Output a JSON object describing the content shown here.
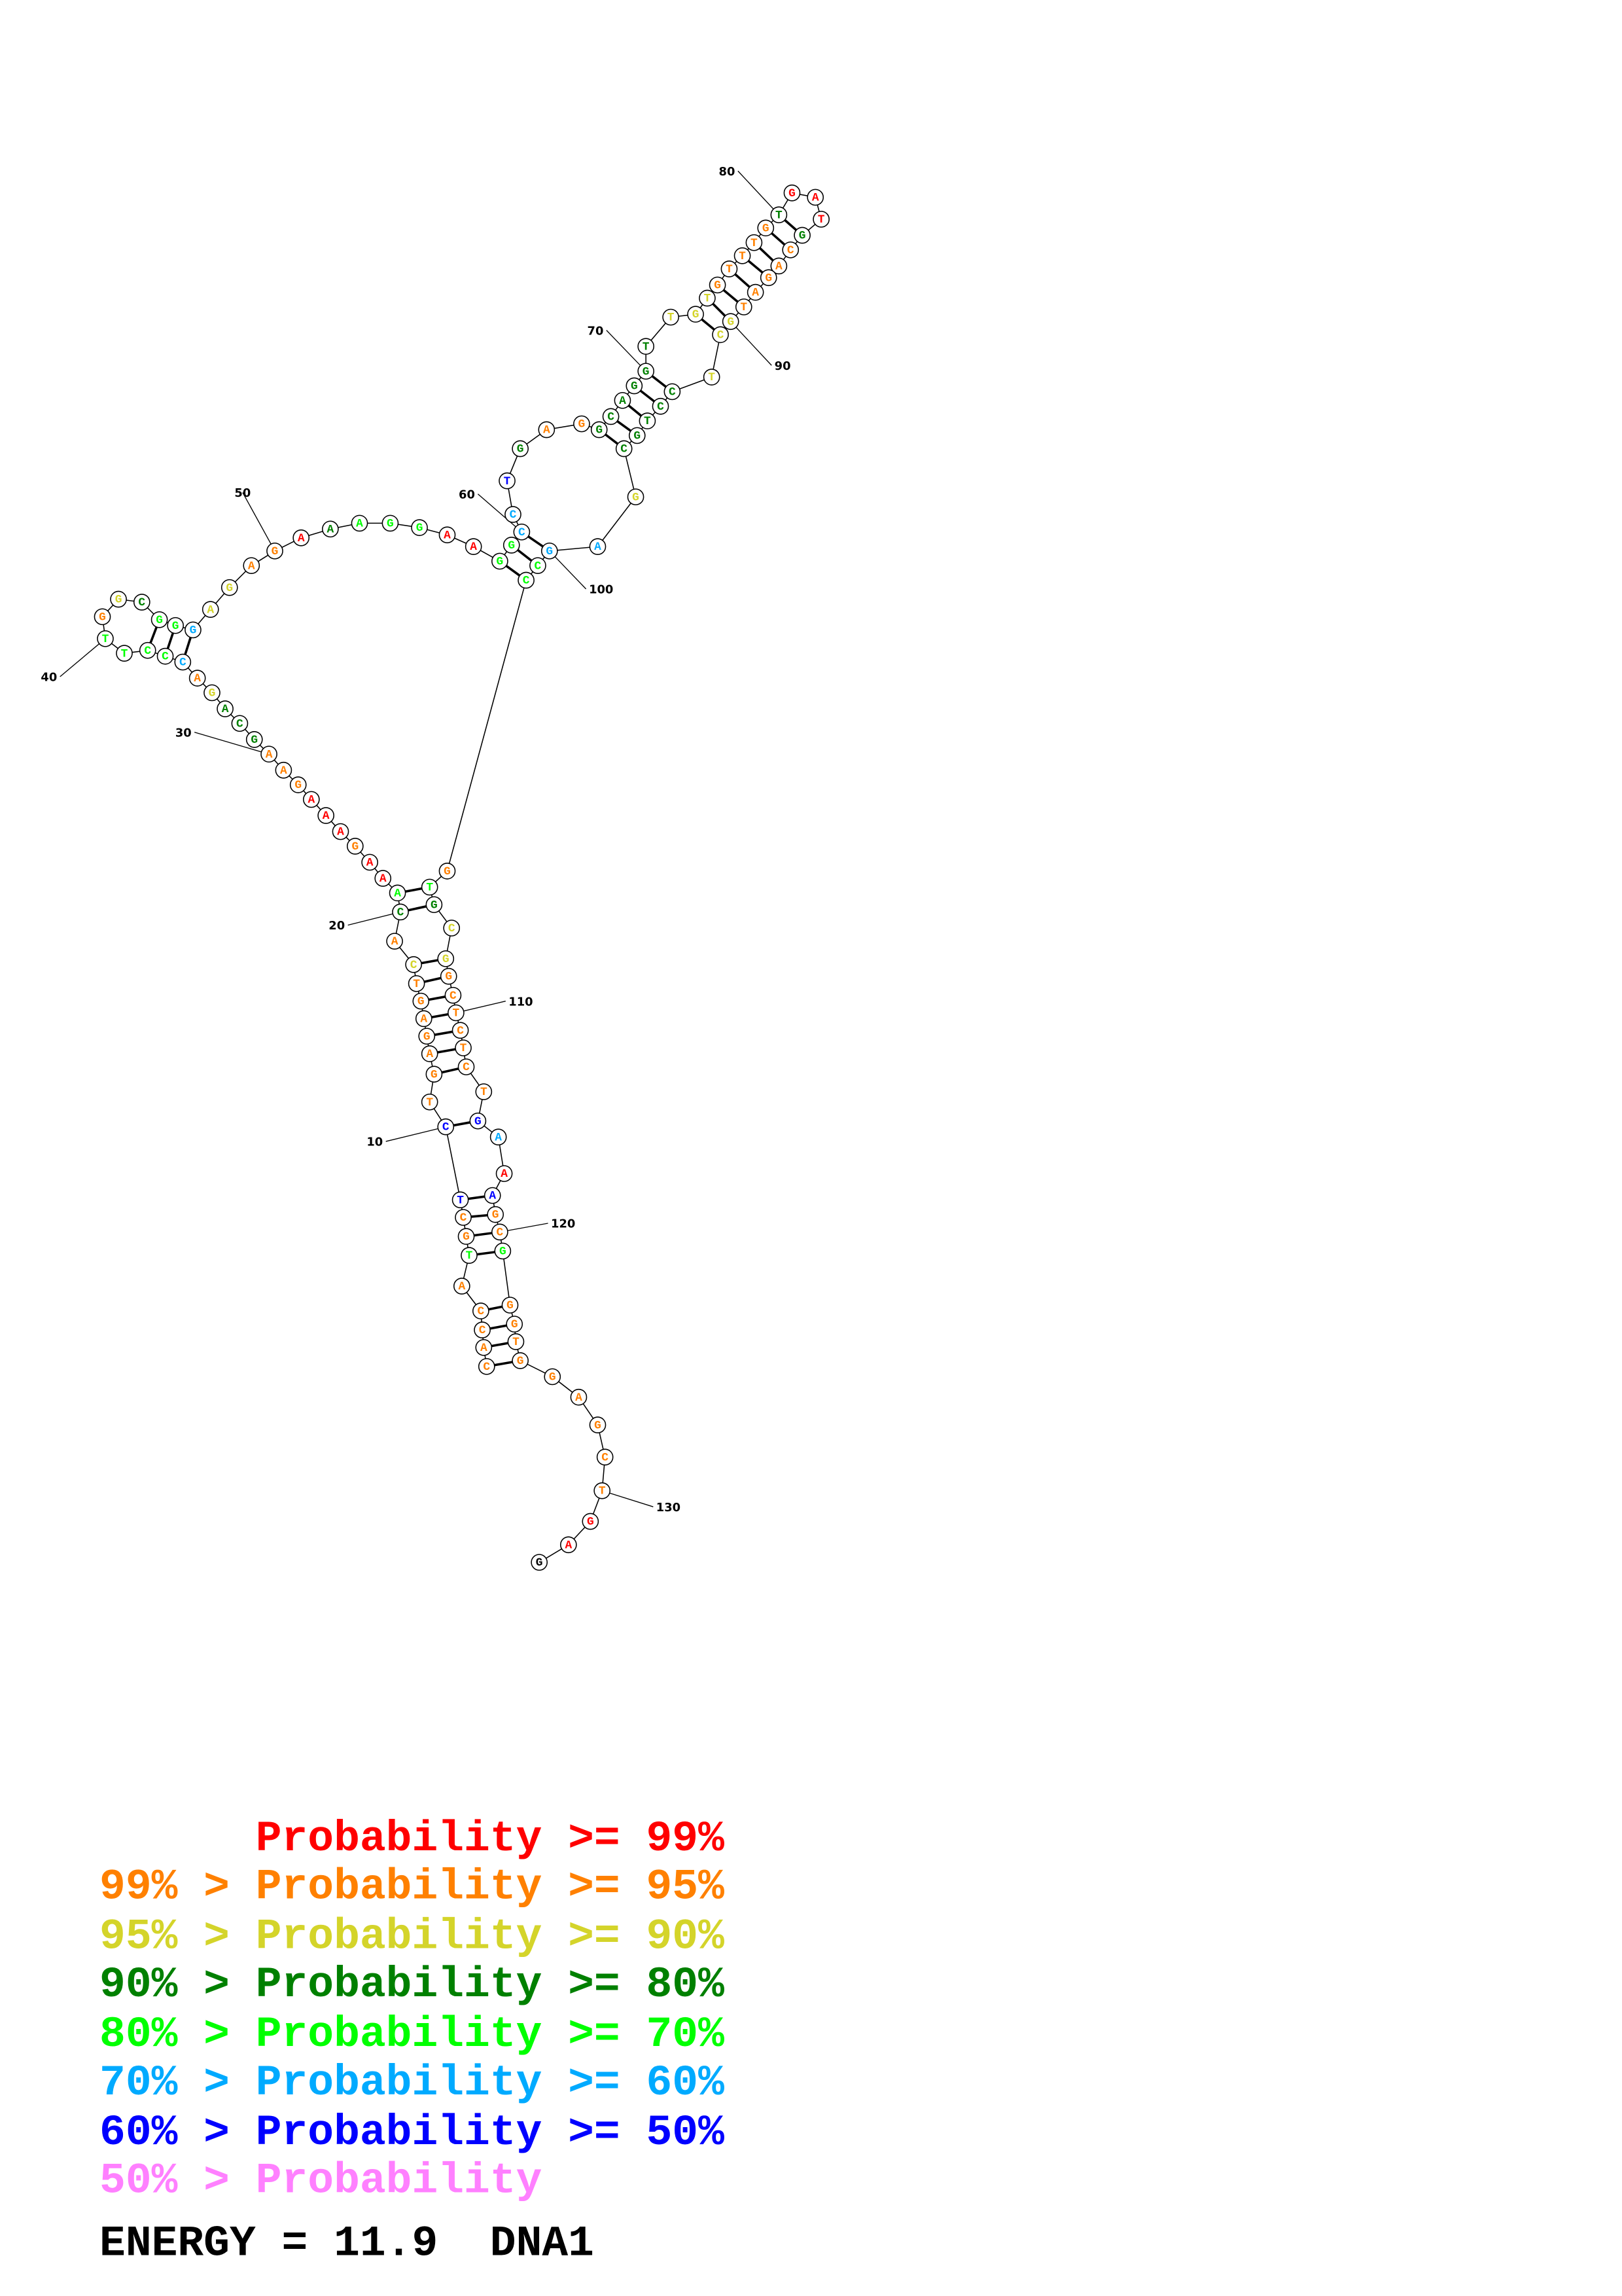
{
  "structure": {
    "name": "DNA1",
    "sequence": "CACCATGCTCTGAGAGTCACAAAGAAAGAAGCAGACCCTTGGCGGGAGAGAAAGGAAGGCCTGAGGCAGGTTGTGTTTGTGATGCAGATGCTCCTGCGAGCCGTGCGGCTCTCTGAAAGCGGGTGGAGCTGAG",
    "probability_classes": "111114116611111112134001000111333215444412344522110344400445563113333332221111130003111112223333325544143221111111650611411111111100",
    "pairs": [
      [
        1,
        125
      ],
      [
        2,
        124
      ],
      [
        3,
        123
      ],
      [
        4,
        122
      ],
      [
        6,
        121
      ],
      [
        7,
        120
      ],
      [
        8,
        119
      ],
      [
        9,
        118
      ],
      [
        10,
        115
      ],
      [
        12,
        113
      ],
      [
        13,
        112
      ],
      [
        14,
        111
      ],
      [
        15,
        110
      ],
      [
        16,
        109
      ],
      [
        17,
        108
      ],
      [
        18,
        107
      ],
      [
        20,
        105
      ],
      [
        21,
        104
      ],
      [
        36,
        46
      ],
      [
        37,
        45
      ],
      [
        38,
        44
      ],
      [
        58,
        102
      ],
      [
        59,
        101
      ],
      [
        60,
        100
      ],
      [
        66,
        97
      ],
      [
        67,
        96
      ],
      [
        68,
        95
      ],
      [
        69,
        94
      ],
      [
        70,
        93
      ],
      [
        73,
        91
      ],
      [
        74,
        90
      ],
      [
        75,
        89
      ],
      [
        76,
        88
      ],
      [
        77,
        87
      ],
      [
        78,
        86
      ],
      [
        79,
        85
      ],
      [
        80,
        84
      ]
    ],
    "position_labels": [
      "10",
      "20",
      "30",
      "40",
      "50",
      "60",
      "70",
      "80",
      "90",
      "100",
      "110",
      "120",
      "130"
    ]
  },
  "legend": {
    "colors": [
      "#ff0000",
      "#ff8000",
      "#d4d42a",
      "#008000",
      "#00ff00",
      "#00aaff",
      "#0000ff",
      "#ff80ff"
    ],
    "rows": [
      "      Probability >= 99%",
      "99% > Probability >= 95%",
      "95% > Probability >= 90%",
      "90% > Probability >= 80%",
      "80% > Probability >= 70%",
      "70% > Probability >= 60%",
      "60% > Probability >= 50%",
      "50% > Probability"
    ],
    "energy_line": "ENERGY = 11.9  DNA1"
  }
}
